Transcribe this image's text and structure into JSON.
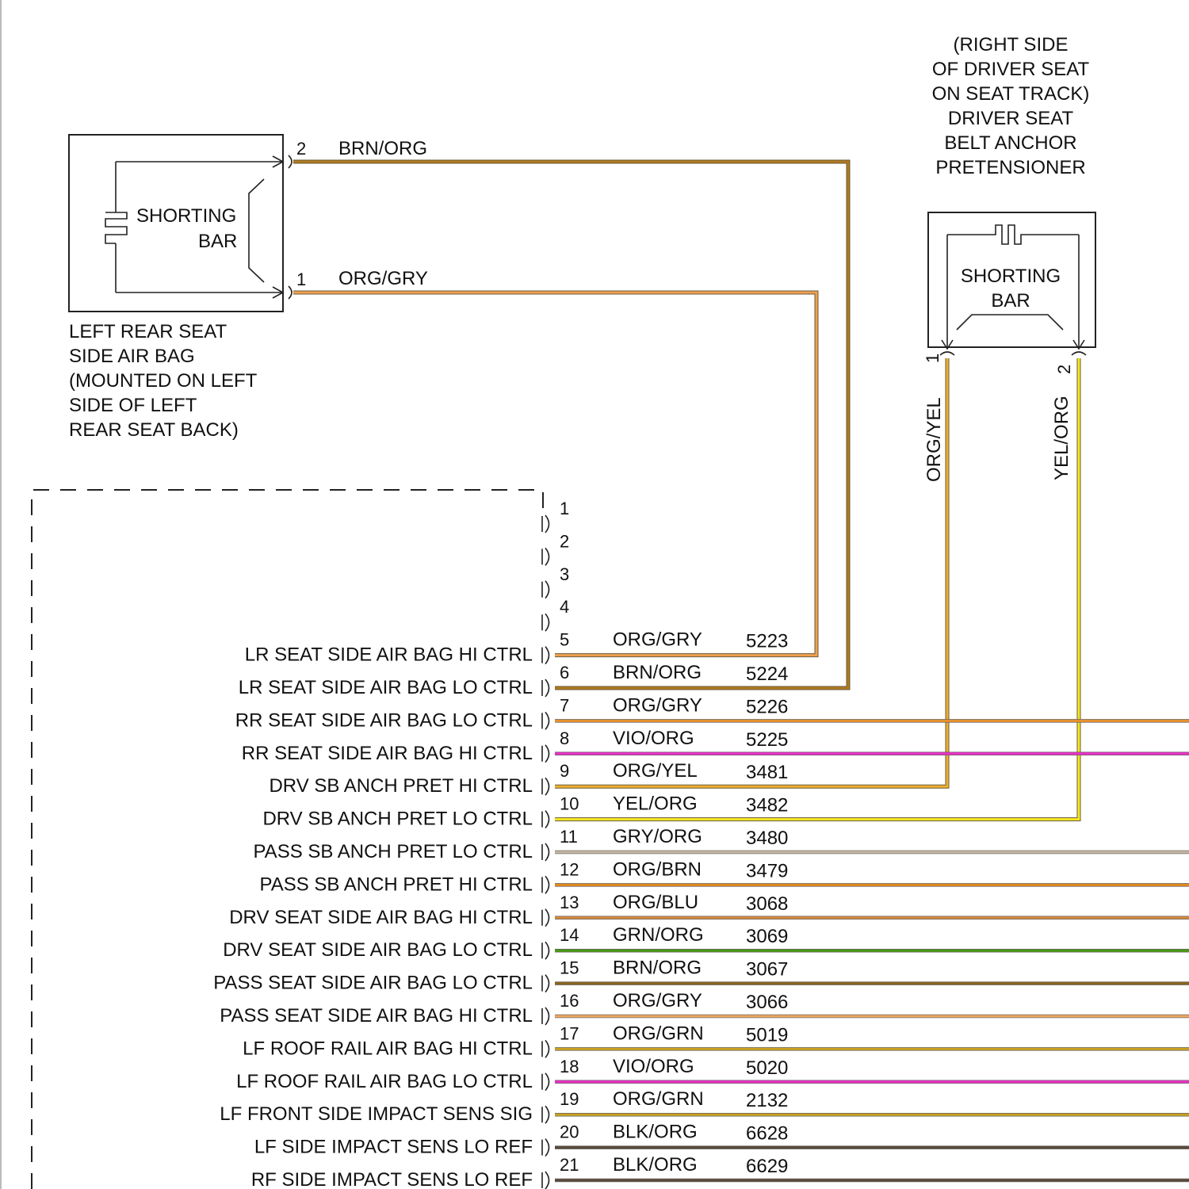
{
  "components": {
    "left_rear_airbag": {
      "shorting_bar": [
        "SHORTING",
        "BAR"
      ],
      "pin_2": "2",
      "pin_1": "1",
      "wire_2_color": "BRN/ORG",
      "wire_1_color": "ORG/GRY",
      "caption": [
        "LEFT REAR SEAT",
        "SIDE AIR BAG",
        "(MOUNTED ON LEFT",
        "SIDE OF LEFT",
        "REAR SEAT BACK)"
      ]
    },
    "pretensioner": {
      "caption": [
        "(RIGHT SIDE",
        "OF DRIVER SEAT",
        "ON SEAT TRACK)",
        "DRIVER SEAT",
        "BELT ANCHOR",
        "PRETENSIONER"
      ],
      "shorting_bar": [
        "SHORTING",
        "BAR"
      ],
      "pin_1": "1",
      "pin_2": "2",
      "wire_1_color": "ORG/YEL",
      "wire_2_color": "YEL/ORG"
    }
  },
  "module_connector": {
    "empty_pins": [
      "1",
      "2",
      "3",
      "4"
    ],
    "rows": [
      {
        "pin": "5",
        "label": "LR SEAT SIDE AIR BAG HI CTRL",
        "color": "ORG/GRY",
        "circuit": "5223",
        "wire_hex": "#e8912c"
      },
      {
        "pin": "6",
        "label": "LR SEAT SIDE AIR BAG LO CTRL",
        "color": "BRN/ORG",
        "circuit": "5224",
        "wire_hex": "#7a5a1e"
      },
      {
        "pin": "7",
        "label": "RR SEAT SIDE AIR BAG LO CTRL",
        "color": "ORG/GRY",
        "circuit": "5226",
        "wire_hex": "#e8912c"
      },
      {
        "pin": "8",
        "label": "RR SEAT SIDE AIR BAG HI CTRL",
        "color": "VIO/ORG",
        "circuit": "5225",
        "wire_hex": "#ee2fc8"
      },
      {
        "pin": "9",
        "label": "DRV SB ANCH PRET HI CTRL",
        "color": "ORG/YEL",
        "circuit": "3481",
        "wire_hex": "#f0a020"
      },
      {
        "pin": "10",
        "label": "DRV SB ANCH PRET LO CTRL",
        "color": "YEL/ORG",
        "circuit": "3482",
        "wire_hex": "#f2e21a"
      },
      {
        "pin": "11",
        "label": "PASS SB ANCH PRET LO CTRL",
        "color": "GRY/ORG",
        "circuit": "3480",
        "wire_hex": "#c9b9a4"
      },
      {
        "pin": "12",
        "label": "PASS SB ANCH PRET HI CTRL",
        "color": "ORG/BRN",
        "circuit": "3479",
        "wire_hex": "#e08a1c"
      },
      {
        "pin": "13",
        "label": "DRV SEAT SIDE AIR BAG HI CTRL",
        "color": "ORG/BLU",
        "circuit": "3068",
        "wire_hex": "#d88a3c"
      },
      {
        "pin": "14",
        "label": "DRV SEAT SIDE AIR BAG LO CTRL",
        "color": "GRN/ORG",
        "circuit": "3069",
        "wire_hex": "#4a9a12"
      },
      {
        "pin": "15",
        "label": "PASS SEAT SIDE AIR BAG LO CTRL",
        "color": "BRN/ORG",
        "circuit": "3067",
        "wire_hex": "#8a641e"
      },
      {
        "pin": "16",
        "label": "PASS SEAT SIDE AIR BAG HI CTRL",
        "color": "ORG/GRY",
        "circuit": "3066",
        "wire_hex": "#f0a860"
      },
      {
        "pin": "17",
        "label": "LF ROOF RAIL AIR BAG HI CTRL",
        "color": "ORG/GRN",
        "circuit": "5019",
        "wire_hex": "#c9a020"
      },
      {
        "pin": "18",
        "label": "LF ROOF RAIL AIR BAG LO CTRL",
        "color": "VIO/ORG",
        "circuit": "5020",
        "wire_hex": "#ee2fc8"
      },
      {
        "pin": "19",
        "label": "LF FRONT SIDE IMPACT SENS SIG",
        "color": "ORG/GRN",
        "circuit": "2132",
        "wire_hex": "#c9a020"
      },
      {
        "pin": "20",
        "label": "LF SIDE IMPACT SENS LO REF",
        "color": "BLK/ORG",
        "circuit": "6628",
        "wire_hex": "#5a4a3a"
      },
      {
        "pin": "21",
        "label": "RF SIDE IMPACT SENS LO REF",
        "color": "BLK/ORG",
        "circuit": "6629",
        "wire_hex": "#5a4a3a"
      }
    ]
  }
}
